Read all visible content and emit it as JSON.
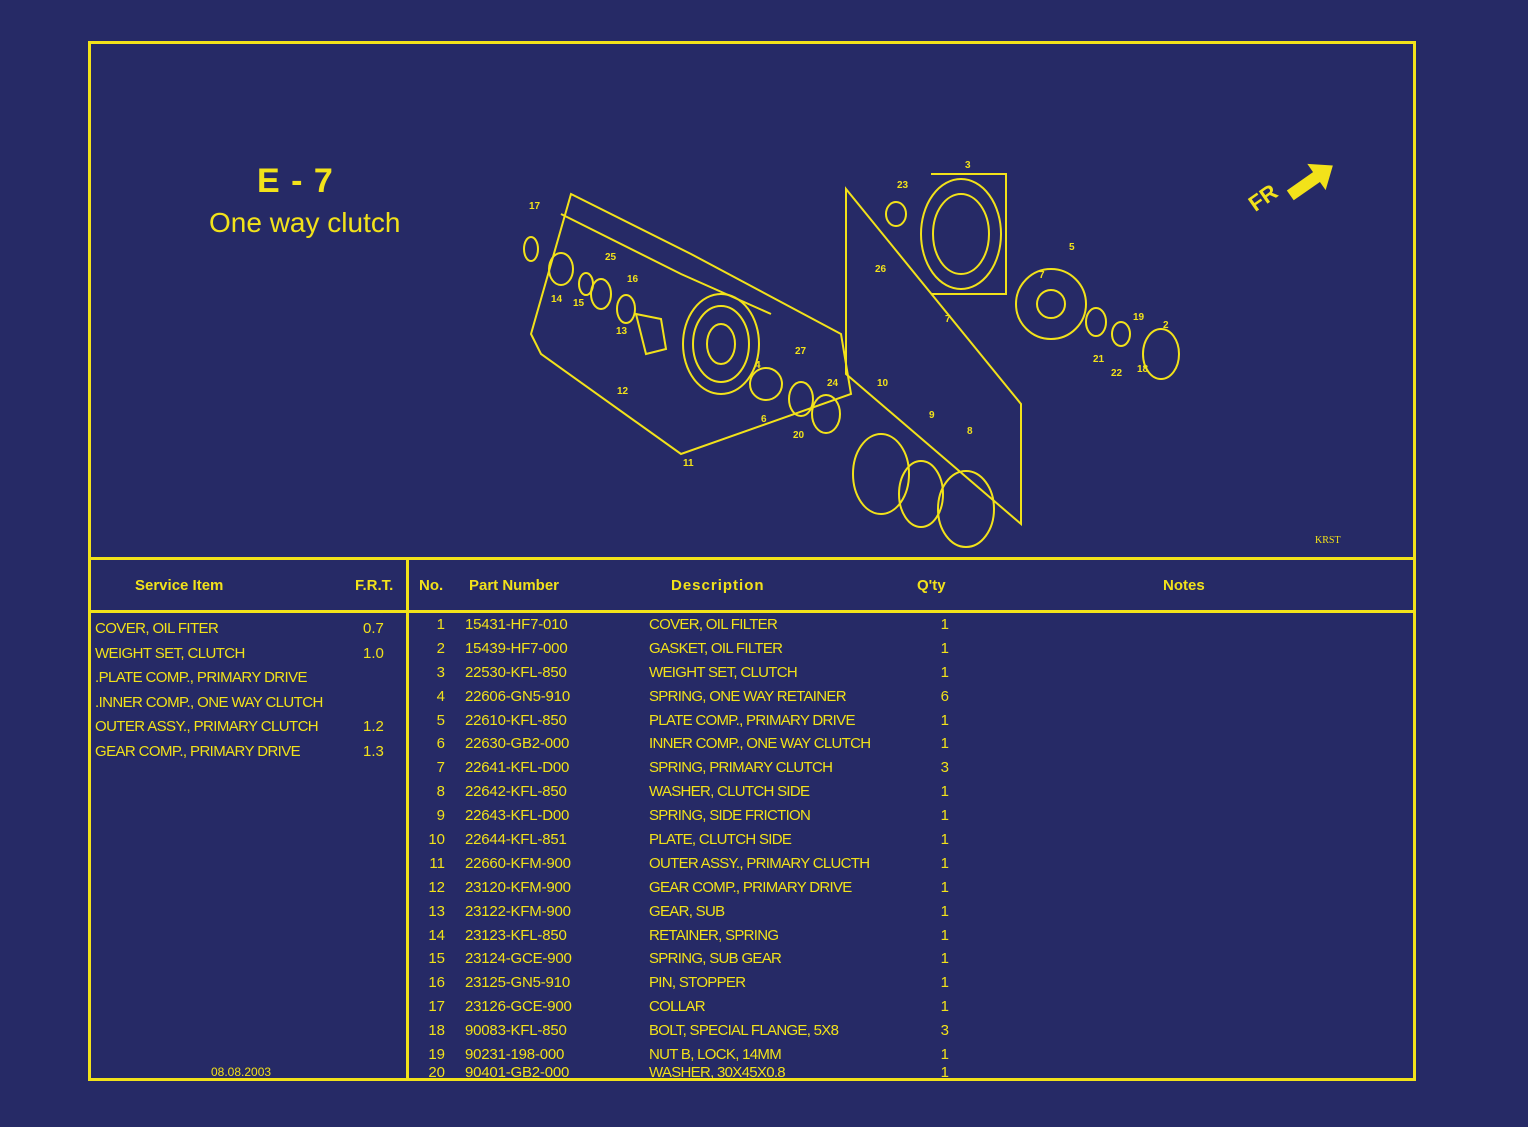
{
  "section": {
    "code": "E - 7",
    "name": "One way clutch"
  },
  "fr_label": "FR",
  "drawing_code": "KRST",
  "callouts": [
    "17",
    "14",
    "15",
    "25",
    "16",
    "13",
    "12",
    "11",
    "4",
    "27",
    "6",
    "20",
    "24",
    "10",
    "9",
    "8",
    "23",
    "26",
    "3",
    "7",
    "7",
    "5",
    "19",
    "21",
    "22",
    "2",
    "1",
    "18"
  ],
  "headers": {
    "service_item": "Service Item",
    "frt": "F.R.T.",
    "no": "No.",
    "part_number": "Part Number",
    "description": "Description",
    "qty": "Q'ty",
    "notes": "Notes"
  },
  "service_items": [
    {
      "label": "COVER, OIL FITER",
      "frt": "0.7"
    },
    {
      "label": "WEIGHT SET, CLUTCH",
      "frt": "1.0"
    },
    {
      "label": ".PLATE COMP., PRIMARY DRIVE",
      "frt": ""
    },
    {
      "label": ".INNER COMP., ONE WAY CLUTCH",
      "frt": ""
    },
    {
      "label": "OUTER ASSY., PRIMARY CLUTCH",
      "frt": "1.2"
    },
    {
      "label": "GEAR COMP., PRIMARY DRIVE",
      "frt": "1.3"
    }
  ],
  "parts": [
    {
      "no": "1",
      "pn": "15431-HF7-010",
      "desc": "COVER, OIL FILTER",
      "qty": "1"
    },
    {
      "no": "2",
      "pn": "15439-HF7-000",
      "desc": "GASKET, OIL FILTER",
      "qty": "1"
    },
    {
      "no": "3",
      "pn": "22530-KFL-850",
      "desc": "WEIGHT SET, CLUTCH",
      "qty": "1"
    },
    {
      "no": "4",
      "pn": "22606-GN5-910",
      "desc": "SPRING, ONE WAY RETAINER",
      "qty": "6"
    },
    {
      "no": "5",
      "pn": "22610-KFL-850",
      "desc": "PLATE COMP., PRIMARY DRIVE",
      "qty": "1"
    },
    {
      "no": "6",
      "pn": "22630-GB2-000",
      "desc": "INNER COMP., ONE WAY CLUTCH",
      "qty": "1"
    },
    {
      "no": "7",
      "pn": "22641-KFL-D00",
      "desc": "SPRING, PRIMARY CLUTCH",
      "qty": "3"
    },
    {
      "no": "8",
      "pn": "22642-KFL-850",
      "desc": "WASHER, CLUTCH SIDE",
      "qty": "1"
    },
    {
      "no": "9",
      "pn": "22643-KFL-D00",
      "desc": "SPRING, SIDE FRICTION",
      "qty": "1"
    },
    {
      "no": "10",
      "pn": "22644-KFL-851",
      "desc": "PLATE, CLUTCH SIDE",
      "qty": "1"
    },
    {
      "no": "11",
      "pn": "22660-KFM-900",
      "desc": "OUTER ASSY., PRIMARY CLUCTH",
      "qty": "1"
    },
    {
      "no": "12",
      "pn": "23120-KFM-900",
      "desc": "GEAR COMP., PRIMARY DRIVE",
      "qty": "1"
    },
    {
      "no": "13",
      "pn": "23122-KFM-900",
      "desc": "GEAR, SUB",
      "qty": "1"
    },
    {
      "no": "14",
      "pn": "23123-KFL-850",
      "desc": "RETAINER, SPRING",
      "qty": "1"
    },
    {
      "no": "15",
      "pn": "23124-GCE-900",
      "desc": "SPRING, SUB GEAR",
      "qty": "1"
    },
    {
      "no": "16",
      "pn": "23125-GN5-910",
      "desc": "PIN, STOPPER",
      "qty": "1"
    },
    {
      "no": "17",
      "pn": "23126-GCE-900",
      "desc": "COLLAR",
      "qty": "1"
    },
    {
      "no": "18",
      "pn": "90083-KFL-850",
      "desc": "BOLT, SPECIAL FLANGE, 5X8",
      "qty": "3"
    },
    {
      "no": "19",
      "pn": "90231-198-000",
      "desc": "NUT B, LOCK, 14MM",
      "qty": "1"
    },
    {
      "no": "20",
      "pn": "90401-GB2-000",
      "desc": "WASHER, 30X45X0.8",
      "qty": "1"
    }
  ],
  "date": "08.08.2003",
  "colors": {
    "background": "#262a66",
    "line": "#f2e21a"
  }
}
